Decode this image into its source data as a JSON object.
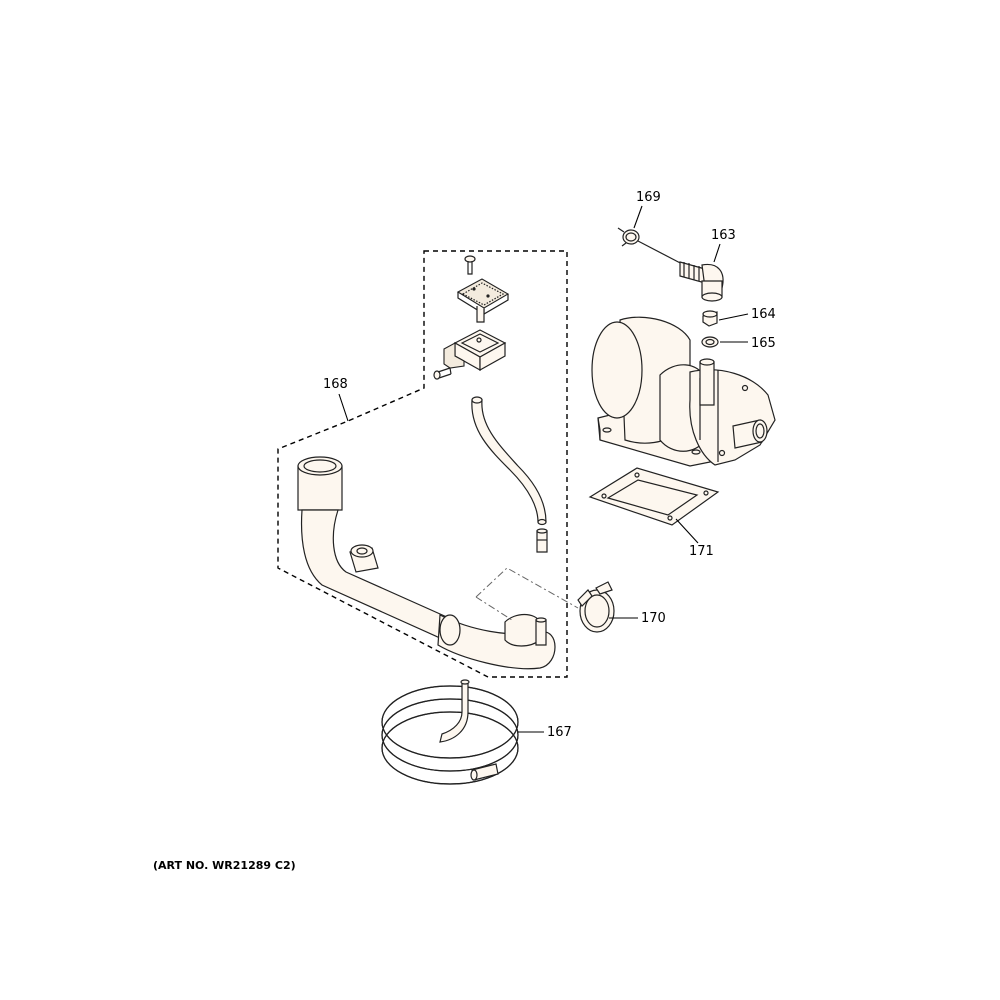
{
  "callouts": {
    "p163": "163",
    "p164": "164",
    "p165": "165",
    "p167": "167",
    "p168": "168",
    "p169": "169",
    "p170": "170",
    "p171": "171"
  },
  "art_number": "(ART NO. WR21289 C2)"
}
